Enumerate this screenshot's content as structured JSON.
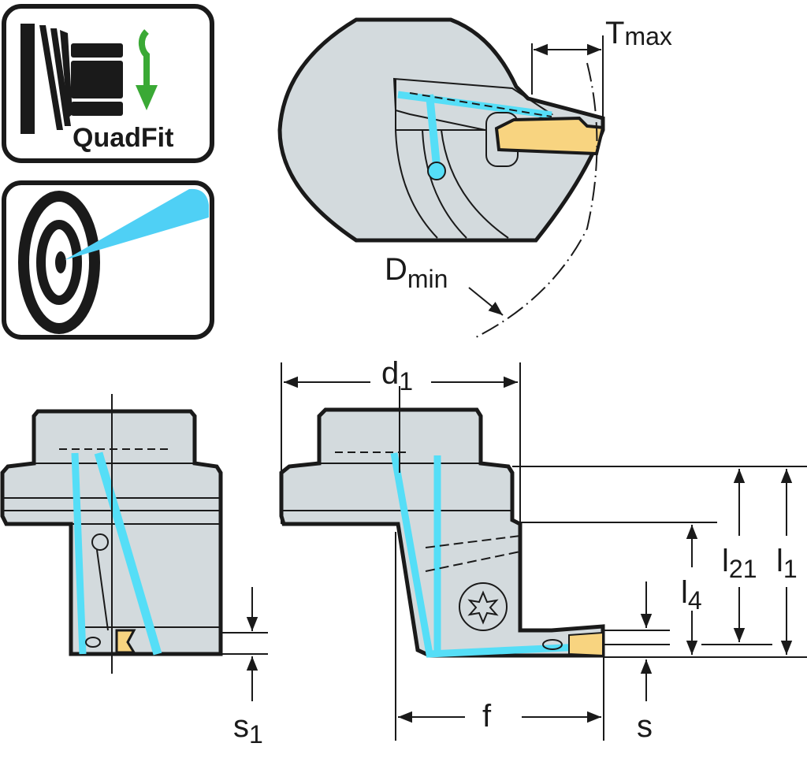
{
  "icons": {
    "quadfit": {
      "label": "QuadFit",
      "arrow_color": "#3aa935"
    },
    "coolant": {
      "jet_color": "#4fd0f5"
    }
  },
  "colors": {
    "body": "#d3dadd",
    "outline": "#1a1a1a",
    "coolant": "#55def7",
    "insert": "#f8d480"
  },
  "dimensions": {
    "tmax": {
      "main": "T",
      "sub": "max"
    },
    "dmin": {
      "main": "D",
      "sub": "min"
    },
    "d1": {
      "main": "d",
      "sub": "1"
    },
    "l21": {
      "main": "l",
      "sub": "21"
    },
    "l1": {
      "main": "l",
      "sub": "1"
    },
    "l4": {
      "main": "l",
      "sub": "4"
    },
    "f": {
      "main": "f"
    },
    "s": {
      "main": "s"
    },
    "s1": {
      "main": "s",
      "sub": "1"
    }
  }
}
